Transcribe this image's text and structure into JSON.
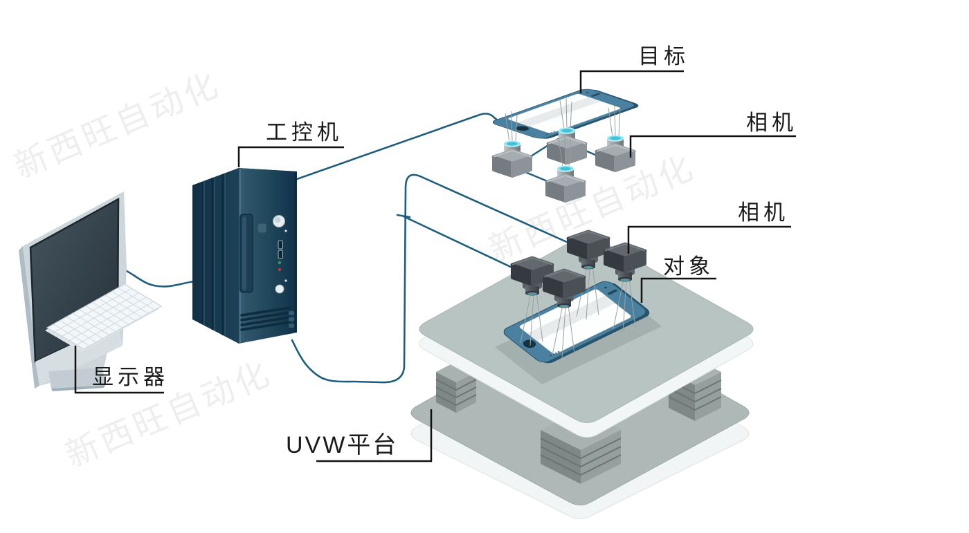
{
  "diagram": {
    "labels": {
      "target": "目标",
      "camera_top": "相机",
      "camera_bottom": "相机",
      "object": "对象",
      "industrial_pc": "工控机",
      "monitor": "显示器",
      "uvw_stage": "UVW平台"
    },
    "watermark": "新西旺自动化",
    "colors": {
      "cable": "#1d5d7e",
      "label_text": "#1a1a1a",
      "leader_line": "#111111",
      "phone_body": "#4a81a0",
      "phone_edge": "#2a5871",
      "lens_cyan": "#86e9f6",
      "tower_dark": "#16384c",
      "platform_top": "#b7c3c1",
      "platform_side": "#f2f5f5",
      "watermark_gray": "#ededed"
    }
  }
}
